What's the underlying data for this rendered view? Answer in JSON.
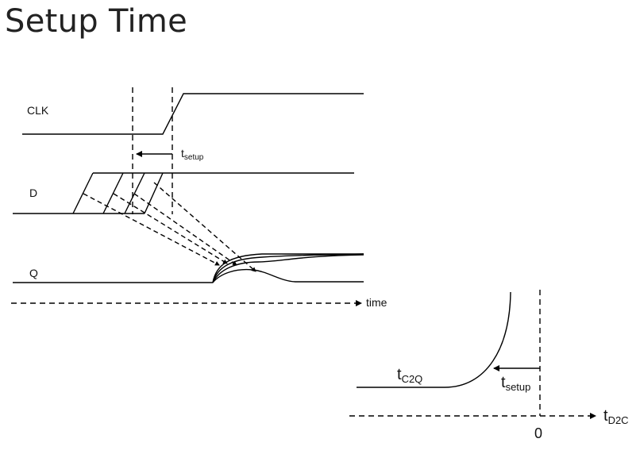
{
  "title": "Setup Time",
  "timing": {
    "clk_label": "CLK",
    "d_label": "D",
    "q_label": "Q",
    "time_axis_label": "time",
    "setup_base": "t",
    "setup_sub": "setup"
  },
  "curve": {
    "c2q_base": "t",
    "c2q_sub": "C2Q",
    "setup_base": "t",
    "setup_sub": "setup",
    "axis_base": "t",
    "axis_sub": "D2C",
    "zero_label": "0"
  },
  "colors": {
    "ink": "#000000",
    "title": "#222222"
  }
}
